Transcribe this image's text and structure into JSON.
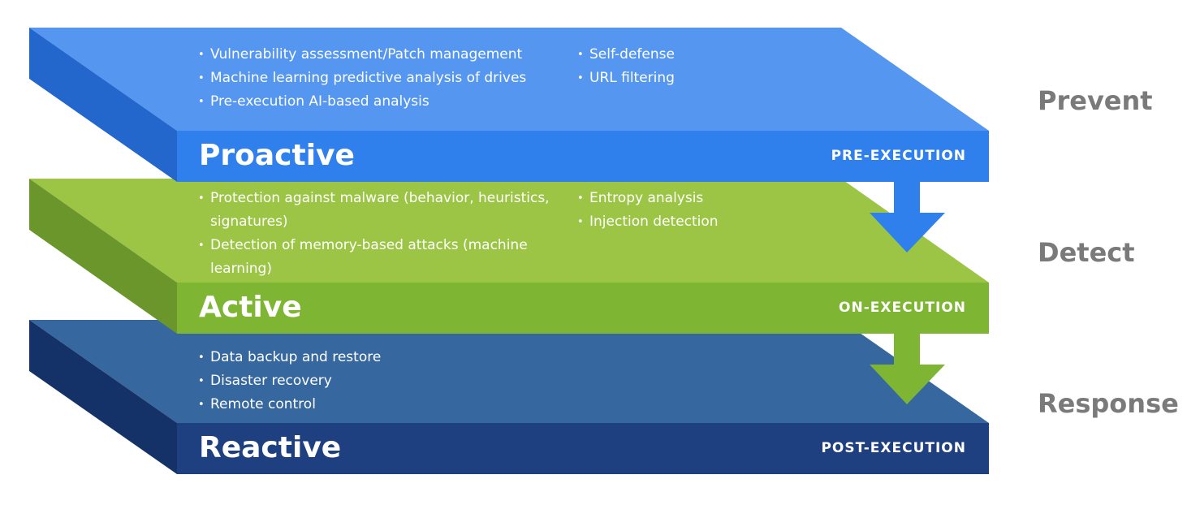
{
  "colors": {
    "proactive_top": "#5596f0",
    "proactive_front": "#2f80ed",
    "proactive_side": "#2366cc",
    "active_top": "#9cc546",
    "active_front": "#7eb533",
    "active_side": "#6a962c",
    "reactive_top": "#36689f",
    "reactive_front": "#1e3f80",
    "reactive_side": "#153268",
    "stage_text": "#7a7a7a"
  },
  "tiers": [
    {
      "title": "Proactive",
      "phase": "PRE-EXECUTION",
      "stage": "Prevent",
      "bullets_left": [
        "Vulnerability assessment/Patch management",
        "Machine learning predictive analysis of drives",
        "Pre-execution AI-based analysis"
      ],
      "bullets_right": [
        "Self-defense",
        "URL filtering"
      ]
    },
    {
      "title": "Active",
      "phase": "ON-EXECUTION",
      "stage": "Detect",
      "bullets_left": [
        "Protection against malware (behavior, heuristics, signatures)",
        "Detection of memory-based attacks (machine learning)"
      ],
      "bullets_right": [
        "Entropy analysis",
        "Injection detection"
      ]
    },
    {
      "title": "Reactive",
      "phase": "POST-EXECUTION",
      "stage": "Response",
      "bullets_left": [
        "Data backup and restore",
        "Disaster recovery",
        "Remote control"
      ],
      "bullets_right": []
    }
  ]
}
